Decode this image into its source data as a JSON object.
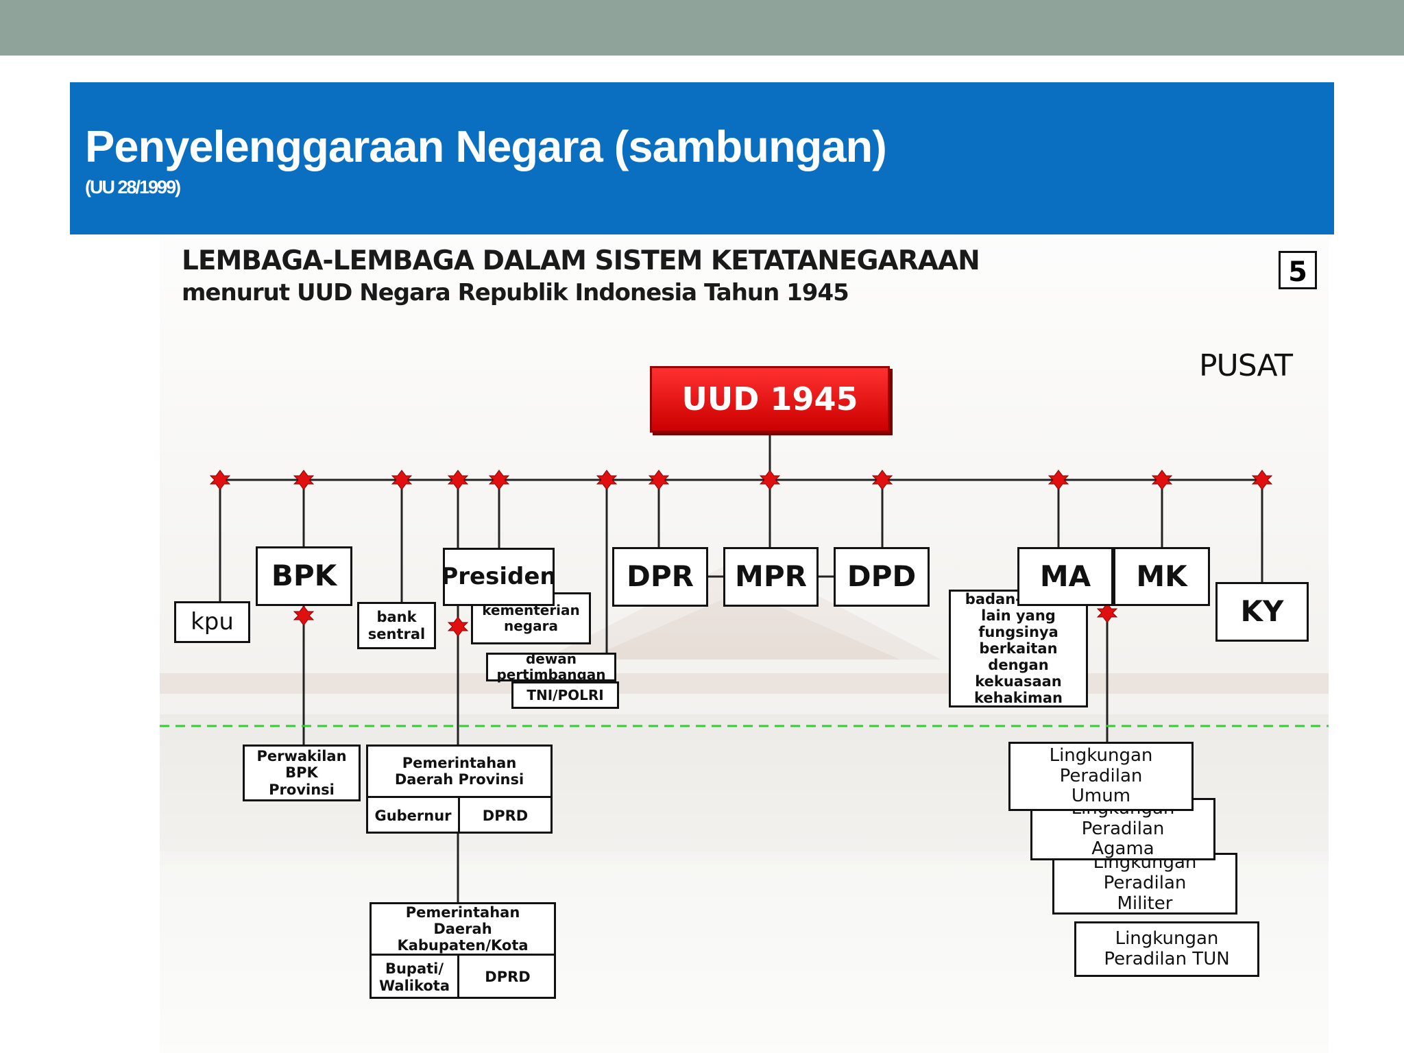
{
  "slide": {
    "title": "Penyelenggaraan Negara (sambungan)",
    "subtitle": "(UU 28/1999)",
    "colors": {
      "topbar": "#8fa39b",
      "header": "#0a6fc0",
      "root": "#e01010",
      "node": "#e01010",
      "dashed": "#33cc33"
    }
  },
  "diagram": {
    "title": "LEMBAGA-LEMBAGA DALAM SISTEM  KETATANEGARAAN",
    "subtitle": "menurut UUD Negara Republik Indonesia Tahun 1945",
    "slide_number": "5",
    "level_label": "PUSAT",
    "root": "UUD 1945",
    "nodes": {
      "kpu": "kpu",
      "bpk": "BPK",
      "bank_sentral": "bank sentral",
      "presiden": "Presiden",
      "kementerian": "kementerian negara",
      "dewan": "dewan pertimbangan",
      "tni": "TNI/POLRI",
      "dpr": "DPR",
      "mpr": "MPR",
      "dpd": "DPD",
      "ma": "MA",
      "mk": "MK",
      "ky": "KY",
      "badan": "badan-badan lain yang fungsinya berkaitan dengan kekuasaan kehakiman",
      "perwakilan_bpk": "Perwakilan BPK Provinsi",
      "pemda_prov": "Pemerintahan Daerah Provinsi",
      "gubernur": "Gubernur",
      "dprd_prov": "DPRD",
      "pemda_kab": "Pemerintahan Daerah Kabupaten/Kota",
      "bupati": "Bupati/ Walikota",
      "dprd_kab": "DPRD",
      "peradilan_umum": "Lingkungan Peradilan Umum",
      "peradilan_agama": "Lingkungan Peradilan Agama",
      "peradilan_militer": "Lingkungan Peradilan Militer",
      "peradilan_tun": "Lingkungan Peradilan TUN"
    }
  }
}
